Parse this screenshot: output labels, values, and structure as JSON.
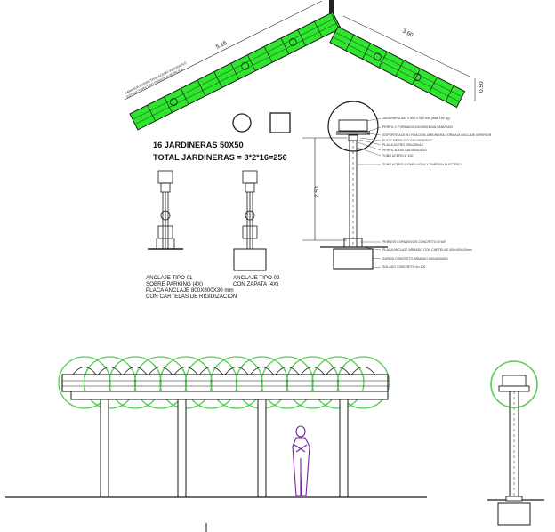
{
  "roof_plan": {
    "dim_left": "5.15",
    "dim_right": "3.60",
    "dim_side": "0.50",
    "side_note_lines": [
      "BARANDA PERIMETRAL ACERO INOXIDABLE",
      "ESTRUCTURA TIPO PERGOLA METALICA"
    ]
  },
  "summary": {
    "line1": "16 JARDINERAS 50X50",
    "line2": "TOTAL JARDINERAS = 8*2*16=256"
  },
  "anchors": [
    {
      "lines": [
        "ANCLAJE TIPO 01",
        "SOBRE PARKING (4X)",
        "PLACA ANCLAJE 800X800X30 mm",
        "CON CARTELAS DE RIGIDIZACION"
      ]
    },
    {
      "lines": [
        "ANCLAJE TIPO 02",
        "CON ZAPATA (4X)"
      ]
    }
  ],
  "column_detail": {
    "height_dim": "2.50",
    "callouts": [
      "JARDINERA 500 x 500 x 300 mm (max 150 kg)",
      "PERFIL C FORMADO 100X50X3 GALVANIZADO",
      "SOPORTE ACERO FIJACION JARDINERA FORMA Ø ANCLAJE INFERIOR",
      "FLEJE METALICO GALVANIZADO",
      "PLACA ACERO 250x250x10",
      "PERFIL 40X40 GALVANIZADO",
      "TUBO ACERO Ø 100",
      "TUBO ACERO Ø PARA AGUA Y ENERGIA ELECTRICA",
      "PERNOS EXPANSIVOS CONCRETO Ø 5/8\"",
      "PLACA ANCLAJE ARMADO CON CARTELAS 400x400x15mm",
      "ZAPATA CONCRETO ARMADO 600x600x500",
      "SOLADO CONCRETO fc=100"
    ]
  },
  "colors": {
    "canopy_green": "#2ee62e",
    "outline": "#1a1a1a",
    "figure": "#7a1fa8",
    "circle_green": "#55cc55"
  }
}
